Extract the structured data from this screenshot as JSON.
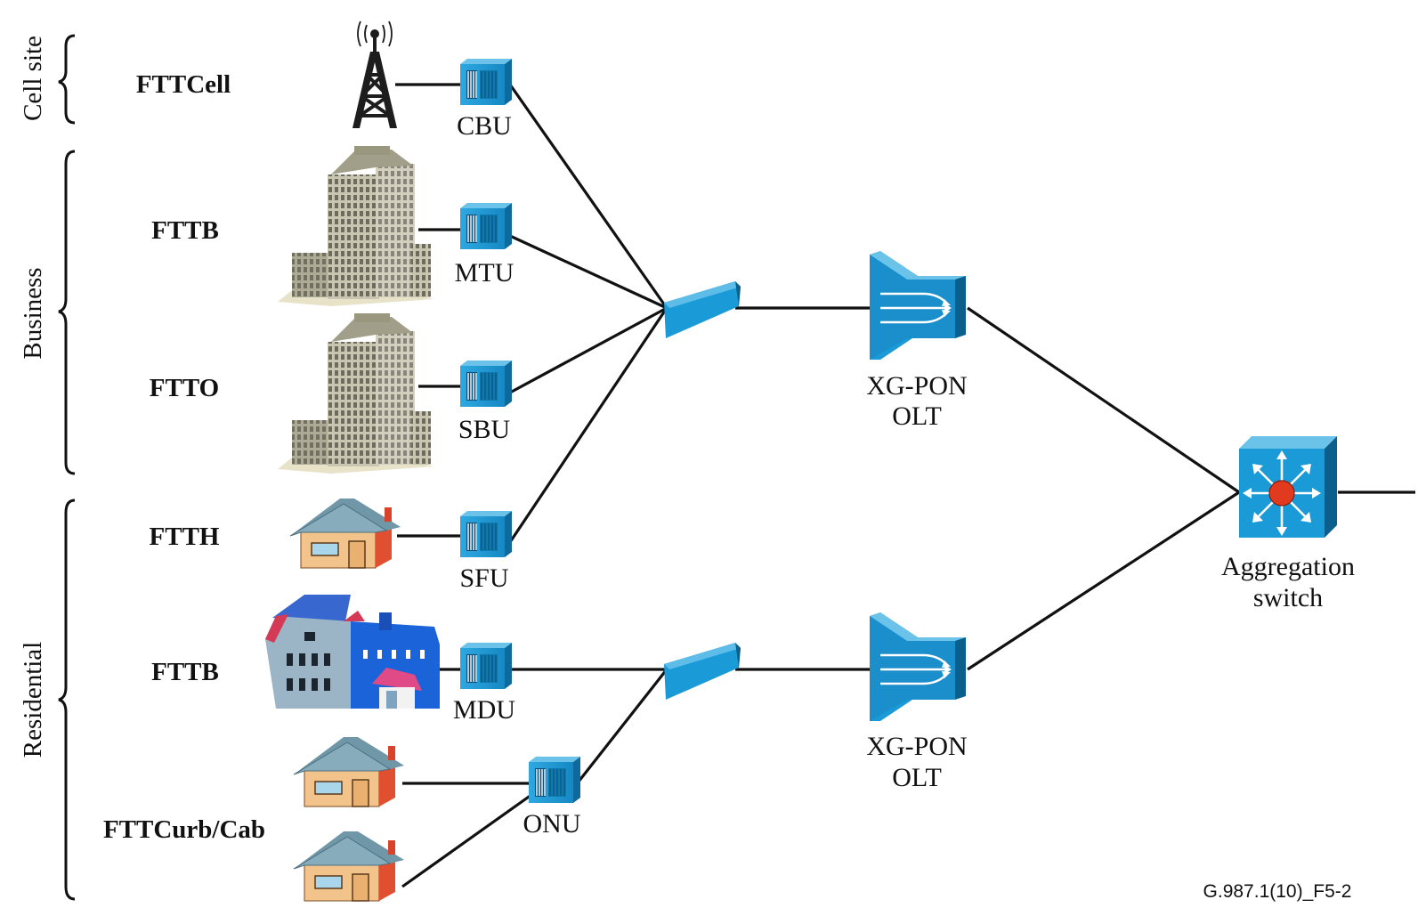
{
  "groups": {
    "cell_site": "Cell site",
    "business": "Business",
    "residential": "Residential"
  },
  "segments": {
    "fttcell": "FTTCell",
    "fttb_business": "FTTB",
    "ftto": "FTTO",
    "ftth": "FTTH",
    "fttb_residential": "FTTB",
    "fttcurb": "FTTCurb/Cab"
  },
  "devices": {
    "cbu": "CBU",
    "mtu": "MTU",
    "sbu": "SBU",
    "sfu": "SFU",
    "mdu": "MDU",
    "onu": "ONU",
    "olt1_line1": "XG-PON",
    "olt1_line2": "OLT",
    "olt2_line1": "XG-PON",
    "olt2_line2": "OLT",
    "switch_line1": "Aggregation",
    "switch_line2": "switch"
  },
  "figure_id": "G.987.1(10)_F5-2",
  "colors": {
    "device_blue": "#1a9ad6",
    "device_dark": "#0a5f8c",
    "house_wall": "#f2c38a",
    "house_roof": "#6f97a8",
    "switch_core": "#e23a1e",
    "building_stone": "#b9b6a2"
  }
}
